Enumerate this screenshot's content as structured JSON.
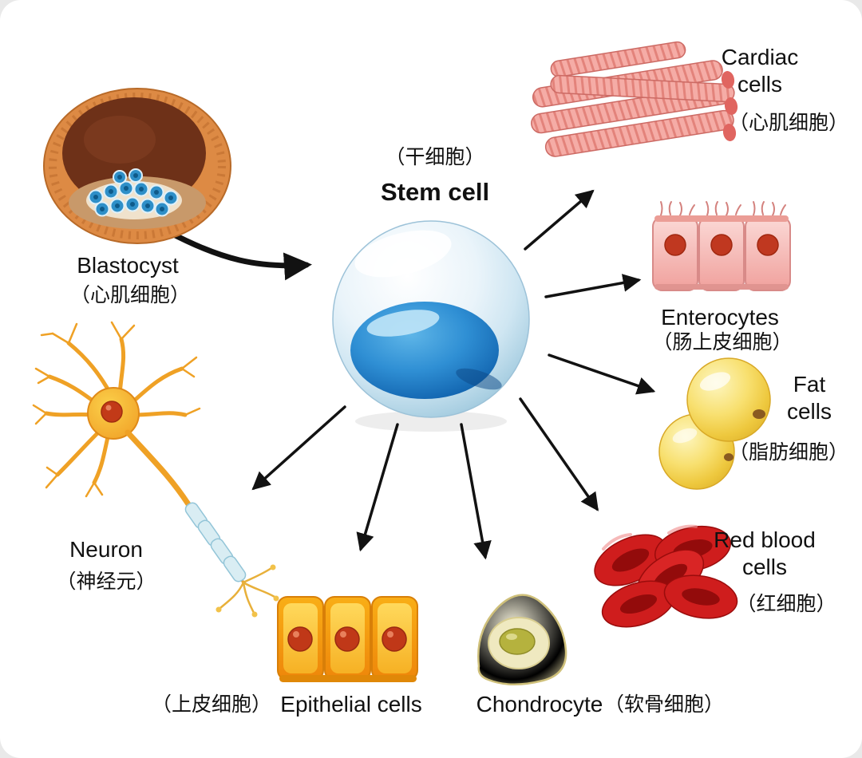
{
  "diagram": {
    "center": {
      "cn": "（干细胞）",
      "en": "Stem cell"
    },
    "blastocyst": {
      "en": "Blastocyst",
      "cn": "（心肌细胞）"
    },
    "cardiac": {
      "en": "Cardiac cells",
      "cn": "（心肌细胞）"
    },
    "enterocytes": {
      "en": "Enterocytes",
      "cn": "（肠上皮细胞）"
    },
    "fat": {
      "en": "Fat cells",
      "cn": "（脂肪细胞）"
    },
    "red_blood": {
      "en": "Red blood cells",
      "cn": "（红细胞）"
    },
    "neuron": {
      "en": "Neuron",
      "cn": "（神经元）"
    },
    "epithelial": {
      "en": "Epithelial cells",
      "cn": "（上皮细胞）"
    },
    "chondrocyte": {
      "en": "Chondrocyte",
      "cn": "（软骨细胞）"
    }
  },
  "colors": {
    "stem_nucleus": "#1163ae",
    "cardiac_pink": "#f5aca6",
    "fat_yellow": "#f3d64e",
    "rbc_red": "#cf1d1d",
    "epithelial_orange": "#f39c0e",
    "arrow_black": "#121212"
  }
}
